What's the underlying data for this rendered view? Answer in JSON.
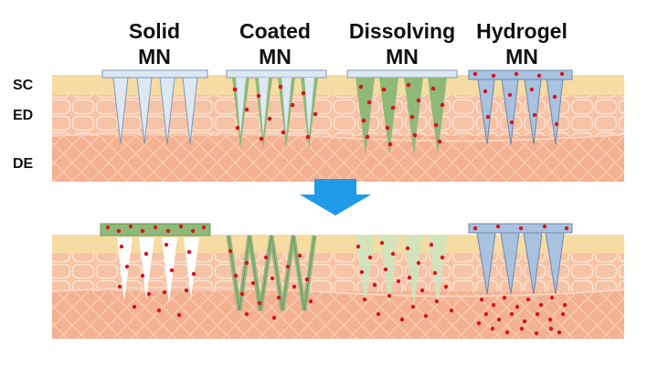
{
  "layer_labels": {
    "sc": "SC",
    "ed": "ED",
    "de": "DE"
  },
  "types": [
    {
      "id": "solid",
      "line1": "Solid",
      "line2": "MN"
    },
    {
      "id": "coated",
      "line1": "Coated",
      "line2": "MN"
    },
    {
      "id": "dissolving",
      "line1": "Dissolving",
      "line2": "MN"
    },
    {
      "id": "hydrogel",
      "line1": "Hydrogel",
      "line2": "MN"
    }
  ],
  "colors": {
    "skin_sc": "#f6dca3",
    "skin_ed": "#f7c3a6",
    "skin_de": "#f4b192",
    "cell_lines": "#fbe2d3",
    "needle_light": "#dde8f3",
    "needle_blue": "#a9c2e0",
    "coating_green": "#8fb978",
    "dissolved_green": "#cde5c0",
    "drug_red": "#d9141c",
    "arrow_blue": "#1f9ae8"
  },
  "icons": {
    "arrow": "down-arrow-icon"
  }
}
